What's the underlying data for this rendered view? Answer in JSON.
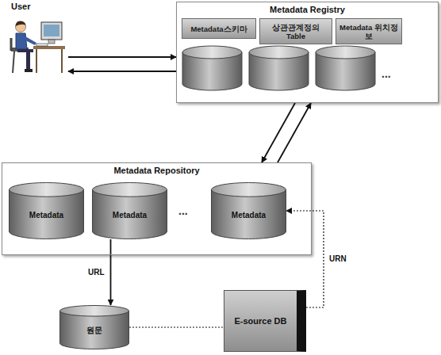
{
  "diagram": {
    "nodes": [
      {
        "text": [
          "User"
        ]
      },
      {
        "text": [
          "Metadata Registry"
        ]
      },
      {
        "text": [
          "Metadata스키마"
        ],
        "in": 1
      },
      {
        "text": [
          "상관관계정의 Table"
        ],
        "in": 1
      },
      {
        "text": [
          "Metadata 위치정보"
        ],
        "in": 1
      },
      {
        "text": [
          "Metadata Repository"
        ]
      },
      {
        "text": [
          "Metadata"
        ],
        "in": 5
      },
      {
        "text": [
          "Metadata"
        ],
        "in": 5
      },
      {
        "text": [
          "Metadata"
        ],
        "in": 5
      },
      {
        "text": [
          "원문"
        ]
      },
      {
        "text": [
          "E-source DB"
        ]
      }
    ],
    "edges": [
      {
        "from": 0,
        "to": 1,
        "arrow": "to"
      },
      {
        "from": 1,
        "to": 0,
        "arrow": "to"
      },
      {
        "from": 1,
        "to": 5,
        "arrow": "to"
      },
      {
        "from": 5,
        "to": 1,
        "arrow": "to"
      },
      {
        "from": 7,
        "to": 9,
        "label": "URL",
        "arrow": "to"
      },
      {
        "from": 9,
        "to": 10,
        "arrow": "none"
      },
      {
        "from": 10,
        "to": 8,
        "label": "URN",
        "arrow": "to"
      }
    ],
    "labels": [
      "...",
      "..."
    ]
  }
}
